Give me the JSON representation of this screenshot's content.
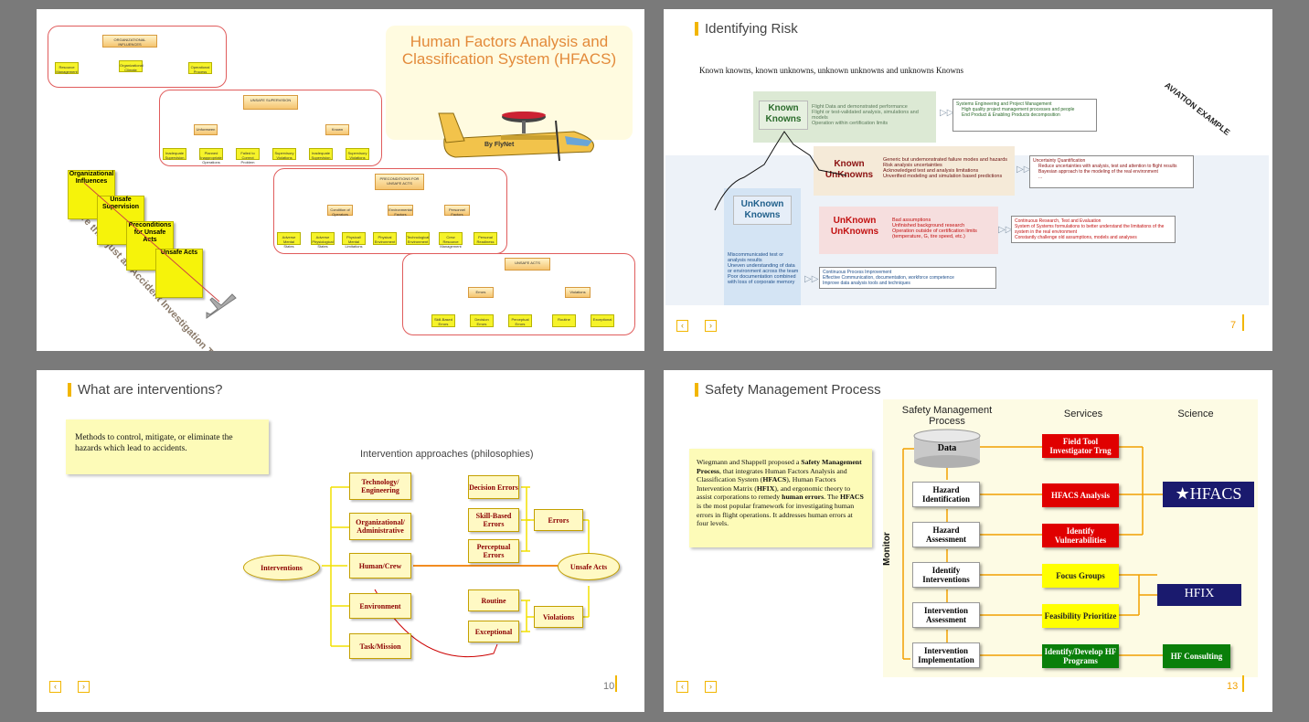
{
  "slide1": {
    "title": "Human Factors Analysis and Classification System (HFACS)",
    "credit": "By FlyNet",
    "diagonal_text": "More than just an Accident Investigation Tool",
    "org": {
      "head": "ORGANIZATIONAL INFLUENCES",
      "children": [
        "Resource Management",
        "Organizational Climate",
        "Operational Process"
      ]
    },
    "sup": {
      "head": "UNSAFE SUPERVISION",
      "mid": [
        "Unforeseen",
        "Known"
      ],
      "children": [
        "Inadequate Supervision",
        "Planned Inappropriate Operations",
        "Failed to Correct Problem",
        "Supervisory Violations",
        "Inadequate Supervision",
        "Supervisory Violations"
      ]
    },
    "pre": {
      "head": "PRECONDITIONS FOR UNSAFE ACTS",
      "mid": [
        "Condition of Operators",
        "Environmental Factors",
        "Personnel Factors"
      ],
      "children": [
        "Adverse Mental States",
        "Adverse Physiological States",
        "Physical/ Mental Limitations",
        "Physical Environment",
        "Technological Environment",
        "Crew Resource Management",
        "Personal Readiness"
      ]
    },
    "acts": {
      "head": "UNSAFE ACTS",
      "mid": [
        "Errors",
        "Violations"
      ],
      "children": [
        "Skill-Based Errors",
        "Decision Errors",
        "Perceptual Errors",
        "Routine",
        "Exceptional"
      ]
    },
    "cards": [
      "Organizational Influences",
      "Unsafe Supervision",
      "Preconditions for Unsafe Acts",
      "Unsafe Acts"
    ]
  },
  "slide2": {
    "title": "Identifying Risk",
    "subtitle": "Known knowns, known unknowns, unknown unknowns and unknowns Knowns",
    "stamp": "AVIATION EXAMPLE",
    "quadrants": [
      {
        "label1": "Known",
        "label2": "Knowns",
        "items": [
          "Flight Data and demonstrated performance",
          "Flight or test-validated analysis, simulations and models",
          "Operation within certification limits"
        ],
        "actions_head": "Systems Engineering and Project Management",
        "actions": [
          "High quality project management processes and people",
          "End Product & Enabling Products decomposition"
        ]
      },
      {
        "label1": "Known",
        "label2": "UnKnowns",
        "items": [
          "Generic but undemonstrated failure modes and hazards",
          "Risk analysis uncertainties",
          "Acknowledged test and analysis limitations",
          "Unverified modeling and simulation based predictions"
        ],
        "actions_head": "Uncertainty Quantification",
        "actions": [
          "Reduce uncertainties with analysis, test and attention to flight results",
          "Bayesian approach to the modeling of the real environment",
          "..."
        ]
      },
      {
        "label1": "UnKnown",
        "label2": "Knowns",
        "items": [
          "Miscommunicated test or analysis results",
          "Uneven understanding of data or environment across the team",
          "Poor documentation combined with loss of corporate memory"
        ],
        "actions": [
          "Continuous Process Improvement",
          "Effective Communication, documentation, workforce competence",
          "Improve data analysis tools and techniques"
        ]
      },
      {
        "label1": "UnKnown",
        "label2": "UnKnowns",
        "items": [
          "Bad assumptions",
          "Unfinished background research",
          "Operation outside of certification limits (temperature, G, tire speed, etc.)"
        ],
        "actions": [
          "Continuous Research, Test and Evaluation",
          "System of Systems formulations to better understand the limitations of the system in the real environment",
          "Constantly challenge old assumptions, models and analyses"
        ]
      }
    ],
    "page": "7"
  },
  "slide3": {
    "title": "What are interventions?",
    "note": "Methods to control, mitigate, or eliminate the hazards which lead to accidents.",
    "diagram_title": "Intervention approaches (philosophies)",
    "root": "Interventions",
    "branches": [
      "Technology/ Engineering",
      "Organizational/ Administrative",
      "Human/Crew",
      "Environment",
      "Task/Mission"
    ],
    "errors": [
      "Decision Errors",
      "Skill-Based Errors",
      "Perceptual Errors"
    ],
    "violations": [
      "Routine",
      "Exceptional"
    ],
    "errors_label": "Errors",
    "violations_label": "Violations",
    "unsafe": "Unsafe Acts",
    "page": "10"
  },
  "slide4": {
    "title": "Safety Management Process",
    "note_html": "Wiegmann and Shappell proposed a Safety Management Process, that integrates Human Factors Analysis and Classification System (HFACS), Human Factors Intervention Matrix (HFIX), and ergonomic theory to assist corporations to remedy human errors. The HFACS is the most popular framework for investigating human errors in flight operations. It addresses human errors at four levels.",
    "col_heads": [
      "Safety Management Process",
      "Services",
      "Science"
    ],
    "monitor": "Monitor",
    "data": "Data",
    "steps": [
      "Hazard Identification",
      "Hazard Assessment",
      "Identify Interventions",
      "Intervention Assessment",
      "Intervention Implementation"
    ],
    "services": [
      "Field Tool Investigator Trng",
      "HFACS Analysis",
      "Identify Vulnerabilities",
      "Focus Groups",
      "Feasibility Prioritize",
      "Identify/Develop HF Programs"
    ],
    "hfacs_logo": "HFACS",
    "hfix_logo": "HFIX",
    "consult": "HF Consulting",
    "page": "13"
  }
}
